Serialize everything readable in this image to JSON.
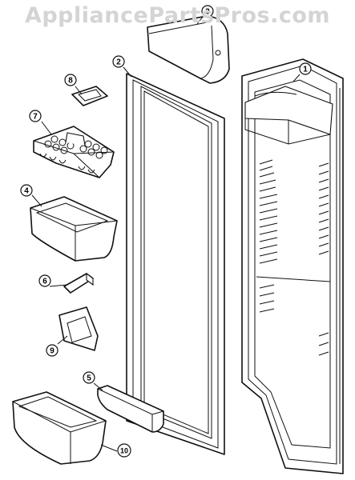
{
  "watermark": "AppliancePartsPros.com",
  "callouts": [
    {
      "id": "1",
      "part": "door-liner"
    },
    {
      "id": "2",
      "part": "door-gasket"
    },
    {
      "id": "3",
      "part": "dairy-door"
    },
    {
      "id": "4",
      "part": "door-shelf-bin"
    },
    {
      "id": "5",
      "part": "small-door-bin"
    },
    {
      "id": "6",
      "part": "bin-clip"
    },
    {
      "id": "7",
      "part": "egg-tray"
    },
    {
      "id": "8",
      "part": "butter-door-cover"
    },
    {
      "id": "9",
      "part": "wine-rack-holder"
    },
    {
      "id": "10",
      "part": "lower-door-bin"
    }
  ]
}
